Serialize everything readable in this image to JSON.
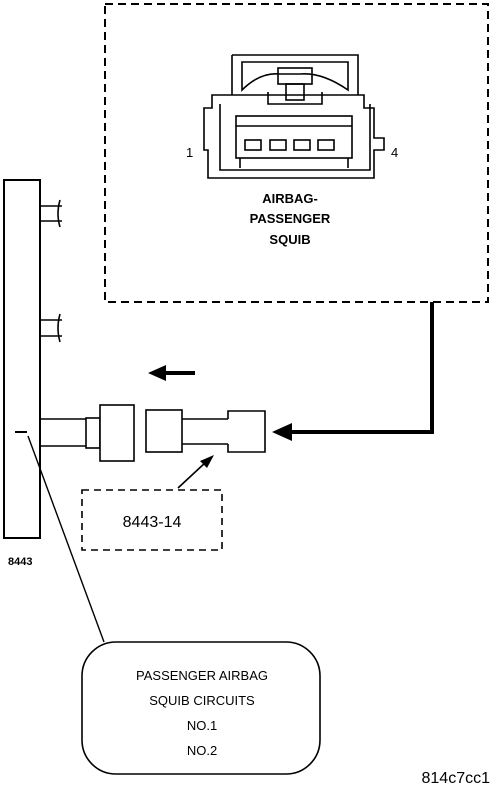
{
  "connector": {
    "pin_left": "1",
    "pin_right": "4",
    "label_line1": "AIRBAG-",
    "label_line2": "PASSENGER",
    "label_line3": "SQUIB"
  },
  "tool": {
    "adapter_label": "8443-14",
    "tester_label": "8443"
  },
  "callout": {
    "line1": "PASSENGER AIRBAG",
    "line2": "SQUIB CIRCUITS",
    "line3": "NO.1",
    "line4": "NO.2"
  },
  "figure_id": "814c7cc1"
}
